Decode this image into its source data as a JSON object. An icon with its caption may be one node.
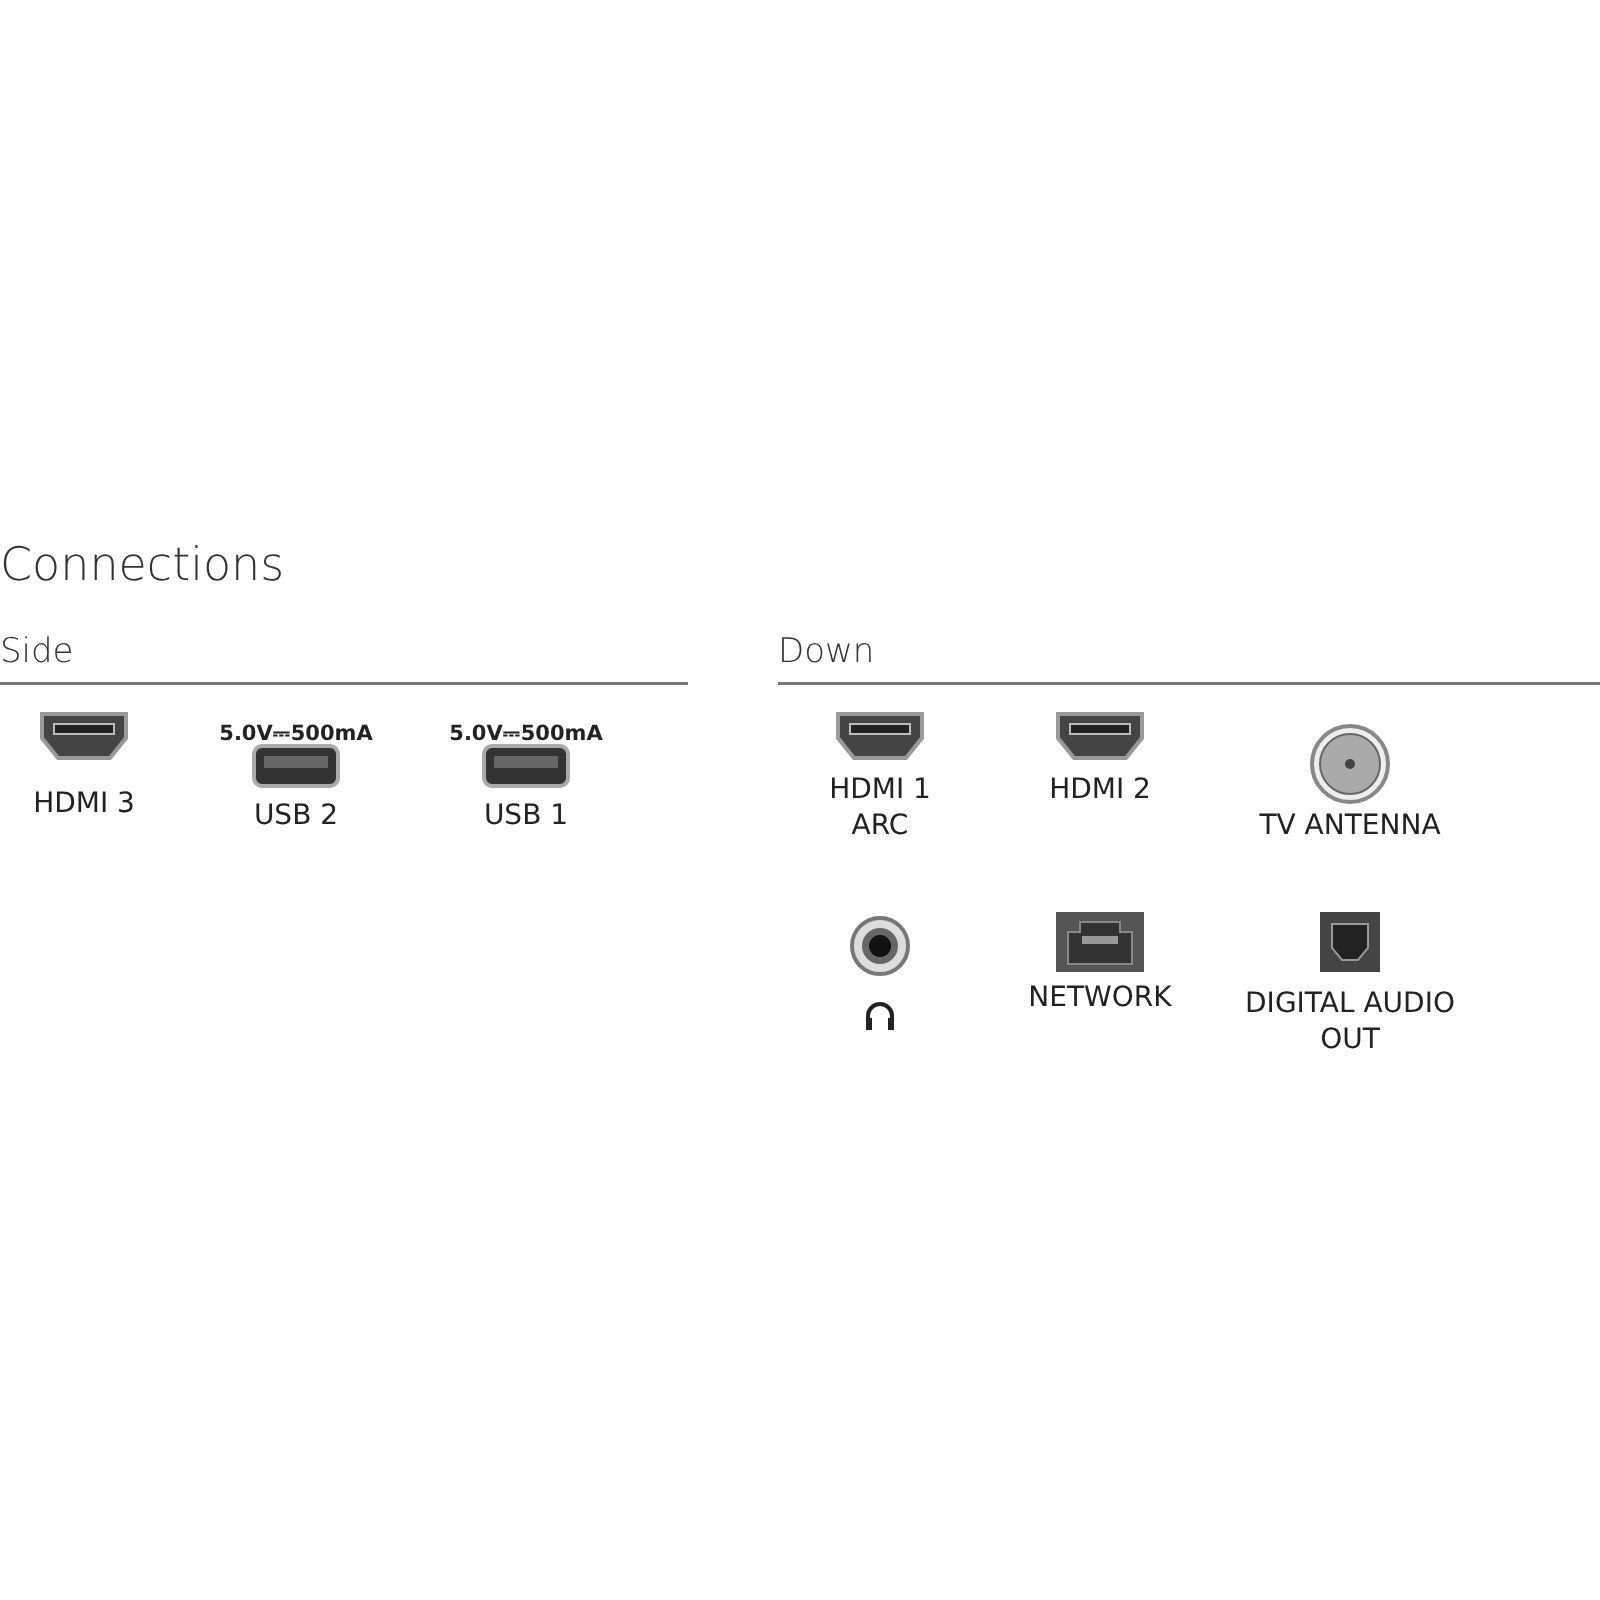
{
  "diagram": {
    "title": "Connections",
    "labels": [
      "Side",
      "Down",
      "HDMI 3",
      "5.0V⎓500mA",
      "USB 2",
      "5.0V⎓500mA",
      "USB 1",
      "HDMI 1 ARC",
      "HDMI 2",
      "TV ANTENNA",
      "NETWORK",
      "DIGITAL AUDIO OUT"
    ]
  }
}
